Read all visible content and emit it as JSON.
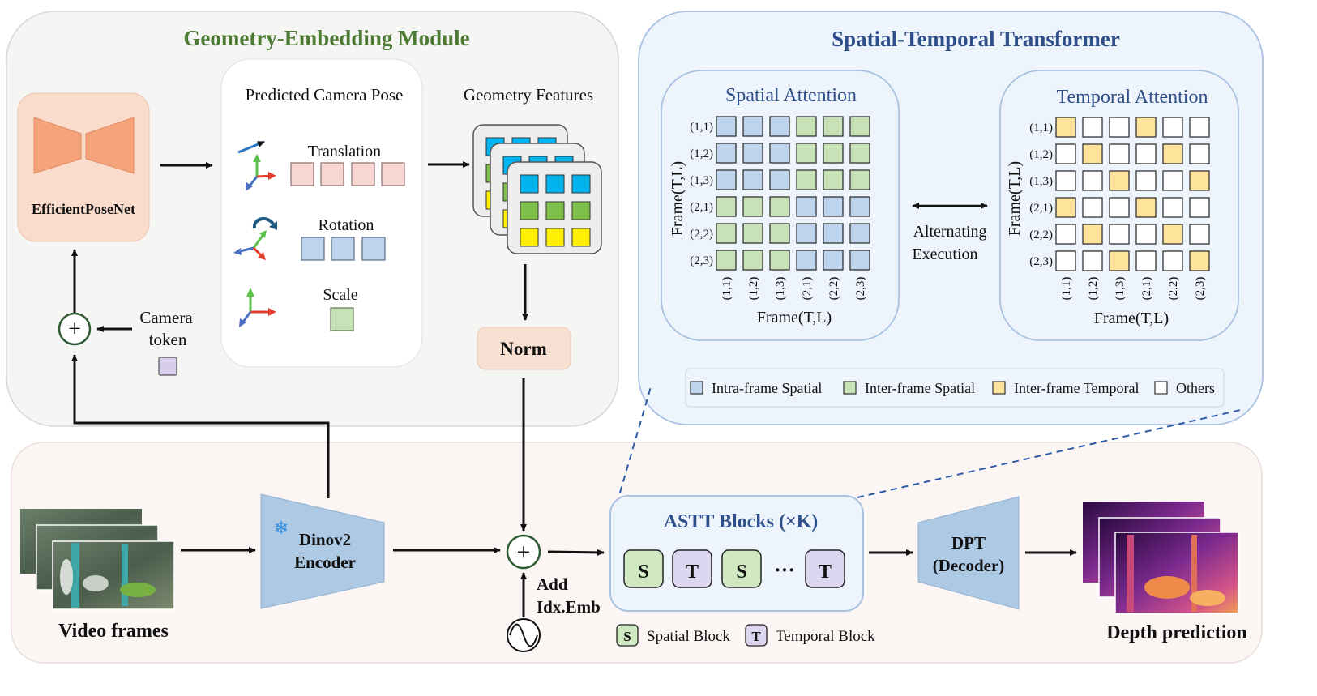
{
  "geometry_module": {
    "title": "Geometry-Embedding Module",
    "posenet_label": "EfficientPoseNet",
    "predicted_pose_title": "Predicted Camera Pose",
    "translation_label": "Translation",
    "rotation_label": "Rotation",
    "scale_label": "Scale",
    "geometry_features_title": "Geometry Features",
    "norm_label": "Norm",
    "camera_token_line1": "Camera",
    "camera_token_line2": "token"
  },
  "transformer": {
    "title": "Spatial-Temporal Transformer",
    "spatial_title": "Spatial Attention",
    "temporal_title": "Temporal Attention",
    "axis_label": "Frame(T,L)",
    "alternating_line1": "Alternating",
    "alternating_line2": "Execution",
    "frame_labels": [
      "(1,1)",
      "(1,2)",
      "(1,3)",
      "(2,1)",
      "(2,2)",
      "(2,3)"
    ],
    "legend": [
      {
        "label": "Intra-frame Spatial",
        "color": "#bdd4ec"
      },
      {
        "label": "Inter-frame Spatial",
        "color": "#c8e2b8"
      },
      {
        "label": "Inter-frame Temporal",
        "color": "#fde49a"
      },
      {
        "label": "Others",
        "color": "#ffffff"
      }
    ]
  },
  "pipeline": {
    "video_frames_label": "Video frames",
    "encoder_line1": "Dinov2",
    "encoder_line2": "Encoder",
    "snowflake_glyph": "❄",
    "add_idx_line1": "Add",
    "add_idx_line2": "Idx.Emb",
    "astt_title": "ASTT Blocks (×K)",
    "blocks": [
      "S",
      "T",
      "S",
      "T"
    ],
    "ellipsis": "···",
    "block_legend": [
      {
        "key": "S",
        "label": "Spatial Block"
      },
      {
        "key": "T",
        "label": "Temporal Block"
      }
    ],
    "decoder_line1": "DPT",
    "decoder_line2": "(Decoder)",
    "depth_label": "Depth prediction",
    "plus_glyph": "+"
  },
  "colors": {
    "module_title_green": "#4d7a32",
    "transformer_title_blue": "#2f4f8a",
    "panel_gray": "#f5f5f4",
    "panel_blue": "#eef4fb",
    "panel_pink": "#fbf5f3",
    "encoder_blue": "#aec9e4",
    "norm_peach": "#f8e0d2",
    "block_green": "#cfe8c2",
    "block_purple": "#ddd6f0"
  }
}
